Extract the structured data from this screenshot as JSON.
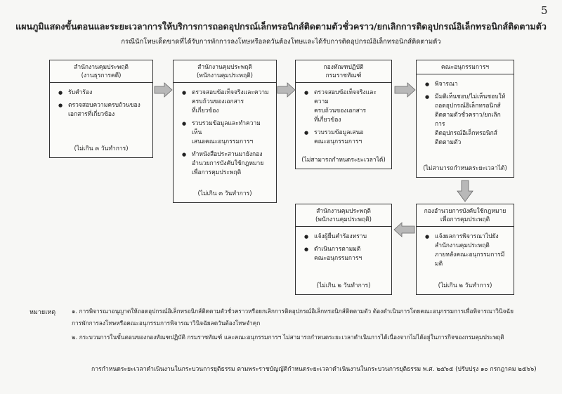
{
  "page_number": "5",
  "title": "แผนภูมิแสดงขั้นตอนและระยะเวลาการให้บริการการถอดอุปกรณ์เล็กทรอนิกส์ติดตามตัวชั่วคราว/ยกเลิกการติดอุปกรณ์อิเล็กทรอนิกส์ติดตามตัว",
  "subtitle": "กรณีนักโทษเด็ดขาดที่ได้รับการพักการลงโทษหรือลดวันต้องโทษและได้รับการติดอุปกรณ์อิเล็กทรอนิกส์ติดตามตัว",
  "boxes": [
    {
      "head": [
        "สำนักงานคุมประพฤติ",
        "(งานธุรการคดี)"
      ],
      "items": [
        [
          "รับคำร้อง"
        ],
        [
          "ตรวจสอบความครบถ้วนของ",
          "เอกสารที่เกี่ยวข้อง"
        ]
      ],
      "foot": "(ไม่เกิน ๓ วันทำการ)"
    },
    {
      "head": [
        "สำนักงานคุมประพฤติ",
        "(พนักงานคุมประพฤติ)"
      ],
      "items": [
        [
          "ตรวจสอบข้อเท็จจริงและความ",
          "ครบถ้วนของเอกสาร",
          "ที่เกี่ยวข้อง"
        ],
        [
          "รวบรวมข้อมูลและทำความเห็น",
          "เสนอคณะอนุกรรมการฯ"
        ],
        [
          "ทำหนังสือประสานมายังกอง",
          "อำนวยการบังคับใช้กฎหมาย",
          "เพื่อการคุมประพฤติ"
        ]
      ],
      "foot": "(ไม่เกิน ๓ วันทำการ)"
    },
    {
      "head": [
        "กองทัณฑปฏิบัติ",
        "กรมราชทัณฑ์"
      ],
      "items": [
        [
          "ตรวจสอบข้อเท็จจริงและความ",
          "ครบถ้วนของเอกสาร",
          "ที่เกี่ยวข้อง"
        ],
        [
          "รวบรวมข้อมูลเสนอ",
          "คณะอนุกรรมการฯ"
        ]
      ],
      "foot": "(ไม่สามารถกำหนดระยะเวลาได้)"
    },
    {
      "head": [
        "คณะอนุกรรมการฯ"
      ],
      "items": [
        [
          "พิจารณา"
        ],
        [
          "มีมติเห็นชอบ/ไม่เห็นชอบให้",
          "ถอดอุปกรณ์อิเล็กทรอนิกส์",
          "ติดตามตัวชั่วคราว/ยกเลิกการ",
          "ติดอุปกรณ์อิเล็กทรอนิกส์",
          "ติดตามตัว"
        ]
      ],
      "foot": "(ไม่สามารถกำหนดระยะเวลาได้)"
    },
    {
      "head": [
        "กองอำนวยการบังคับใช้กฎหมาย",
        "เพื่อการคุมประพฤติ"
      ],
      "items": [
        [
          "แจ้งผลการพิจารณาไปยัง",
          "สำนักงานคุมประพฤติ",
          "ภายหลังคณะอนุกรรมการมีมติ"
        ]
      ],
      "foot": "(ไม่เกิน ๒ วันทำการ)"
    },
    {
      "head": [
        "สำนักงานคุมประพฤติ",
        "(พนักงานคุมประพฤติ)"
      ],
      "items": [
        [
          "แจ้งผู้ยื่นคำร้องทราบ"
        ],
        [
          "ดำเนินการตามมติ",
          "คณะอนุกรรมการฯ"
        ]
      ],
      "foot": "(ไม่เกิน ๒ วันทำการ)"
    }
  ],
  "notes_label": "หมายเหตุ",
  "notes": [
    [
      "๑. การพิจารณาอนุญาตให้ถอดอุปกรณ์อิเล็กทรอนิกส์ติดตามตัวชั่วคราวหรือยกเลิกการติดอุปกรณ์อิเล็กทรอนิกส์ติดตามตัว ต้องดำเนินการโดยคณะอนุกรรมการเพื่อพิจารณาวินิจฉัย",
      "การพักการลงโทษหรือคณะอนุกรรมการพิจารณาวินิจฉัยลดวันต้องโทษจำคุก"
    ],
    [
      "๒. กระบวนการในขั้นตอนของกองทัณฑปฏิบัติ กรมราชทัณฑ์ และคณะอนุกรรมการฯ ไม่สามารถกำหนดระยะเวลาดำเนินการได้เนื่องจากไม่ได้อยู่ในภารกิจของกรมคุมประพฤติ"
    ]
  ],
  "footer": "การกำหนดระยะเวลาดำเนินงานในกระบวนการยุติธรรม ตามพระราชบัญญัติกำหนดระยะเวลาดำเนินงานในกระบวนการยุติธรรม พ.ศ. ๒๕๖๕ (ปรับปรุง ๑๐ กรกฎาคม ๒๕๖๖)"
}
